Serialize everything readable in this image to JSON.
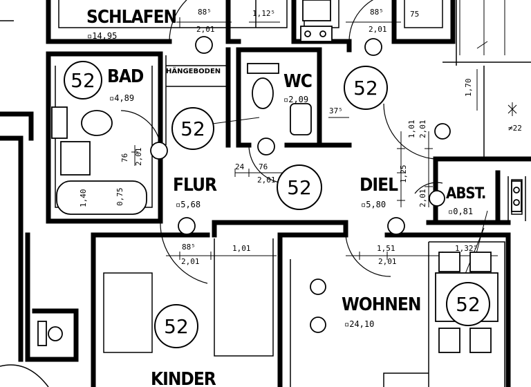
{
  "rooms": {
    "schlafen": {
      "name": "SCHLAFEN",
      "area": "14,95"
    },
    "bad": {
      "name": "BAD",
      "area": "4,89"
    },
    "wc": {
      "name": "WC",
      "area": "2,09"
    },
    "flur": {
      "name": "FLUR",
      "area": "5,68"
    },
    "diele": {
      "name": "DIEL",
      "area": "5,80"
    },
    "abst": {
      "name": "ABST.",
      "area": "0,81"
    },
    "wohnen": {
      "name": "WOHNEN",
      "area": "24,10"
    },
    "kinder": {
      "name": "KINDER"
    },
    "haengeboden": {
      "name": "HÄNGEBODEN"
    }
  },
  "markers": {
    "bad": "52",
    "haengeboden": "52",
    "diele": "52",
    "wc": "52",
    "kinder": "52",
    "wohnen": "52"
  },
  "dims": {
    "schlafen_door": "88⁵",
    "schlafen_door_h": "2,01",
    "t1125": "1,12⁵",
    "top_door": "88⁵",
    "top_door_h": "2,01",
    "t75": "75",
    "wc_375": "37⁵",
    "flur_24": "24",
    "wc_door": "76",
    "wc_door_h": "2,01",
    "flur_door": "88⁵",
    "flur_door_h": "2,01",
    "d101": "1,01",
    "d151": "1,51",
    "d151_h": "2,01",
    "d1325": "1,32⁵",
    "bad_door": "76",
    "bad_door_h": "2,01",
    "bath_140": "1,40",
    "bath_075": "0,75",
    "d170": "1,70",
    "d101v": "1,01",
    "d201v": "2,01",
    "d125": "1,25",
    "d201v2": "2,01",
    "stair_22": "22"
  }
}
